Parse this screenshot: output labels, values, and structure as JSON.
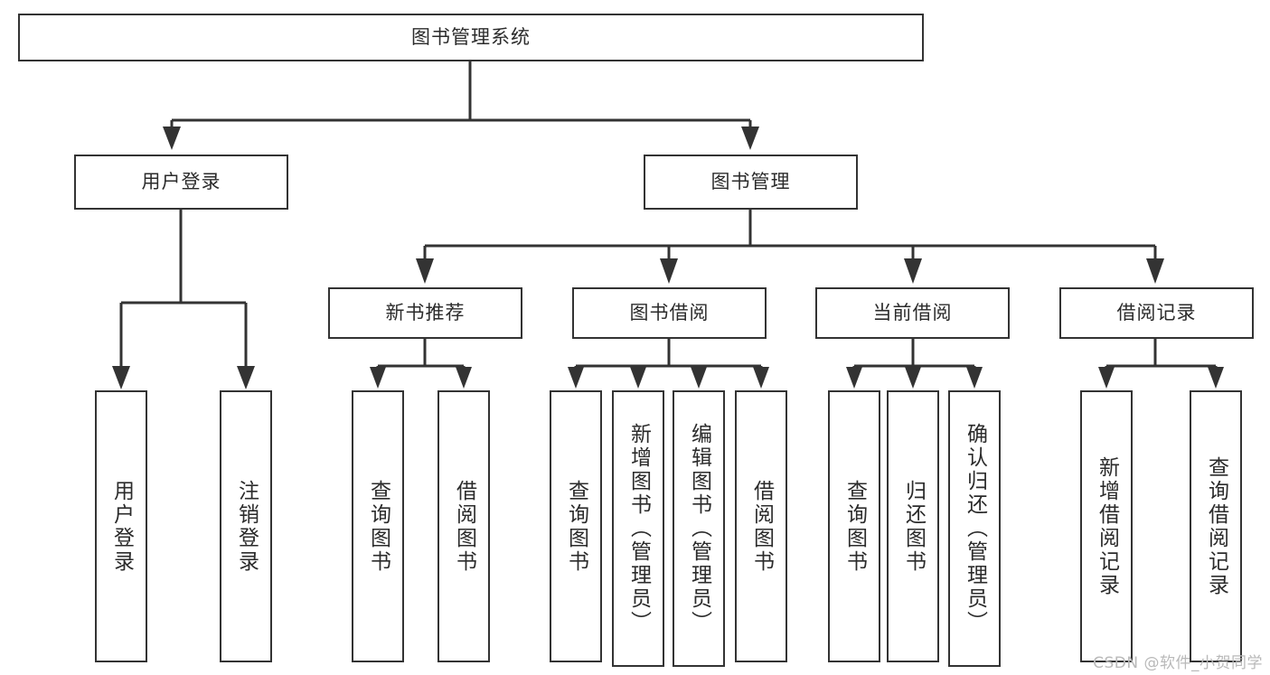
{
  "diagram": {
    "title": "图书管理系统",
    "type": "functional-structure-tree",
    "watermark": "CSDN @软件_小贺同学",
    "colors": {
      "box_border": "#333333",
      "box_fill": "#ffffff",
      "connector": "#333333",
      "text": "#2b2b2b",
      "watermark": "#b9b9b9",
      "background": "#ffffff"
    },
    "root": {
      "label": "图书管理系统"
    },
    "level2": [
      {
        "label": "用户登录"
      },
      {
        "label": "图书管理"
      }
    ],
    "level3": [
      {
        "label": "新书推荐"
      },
      {
        "label": "图书借阅"
      },
      {
        "label": "当前借阅"
      },
      {
        "label": "借阅记录"
      }
    ],
    "leaves": {
      "user_login": [
        {
          "label": "用户登录"
        },
        {
          "label": "注销登录"
        }
      ],
      "new_book_recommend": [
        {
          "label": "查询图书"
        },
        {
          "label": "借阅图书"
        }
      ],
      "book_borrow": [
        {
          "label": "查询图书"
        },
        {
          "label": "新增图书（管理员）"
        },
        {
          "label": "编辑图书（管理员）"
        },
        {
          "label": "借阅图书"
        }
      ],
      "current_borrow": [
        {
          "label": "查询图书"
        },
        {
          "label": "归还图书"
        },
        {
          "label": "确认归还（管理员）"
        }
      ],
      "borrow_record": [
        {
          "label": "新增借阅记录"
        },
        {
          "label": "查询借阅记录"
        }
      ]
    }
  }
}
